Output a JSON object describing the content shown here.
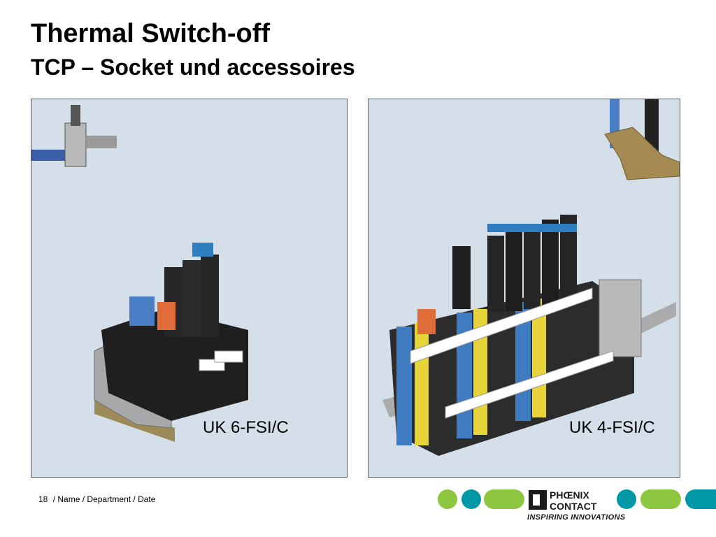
{
  "slide": {
    "title": "Thermal Switch-off",
    "subtitle": "TCP – Socket und accessoires"
  },
  "panels": [
    {
      "caption": "UK 6-FSI/C"
    },
    {
      "caption": "UK 4-FSI/C"
    }
  ],
  "footer": {
    "page_number": "18",
    "meta": "/ Name / Department / Date"
  },
  "brand": {
    "name_line1": "PHŒNIX",
    "name_line2": "CONTACT",
    "tagline": "INSPIRING INNOVATIONS",
    "colors": {
      "green": "#8dc63f",
      "teal": "#0098a6",
      "dark": "#1a1a1a"
    }
  },
  "icons": [
    "phoenix-contact-logo-icon",
    "terminal-block-image-icon",
    "ground-clamp-image-icon"
  ]
}
